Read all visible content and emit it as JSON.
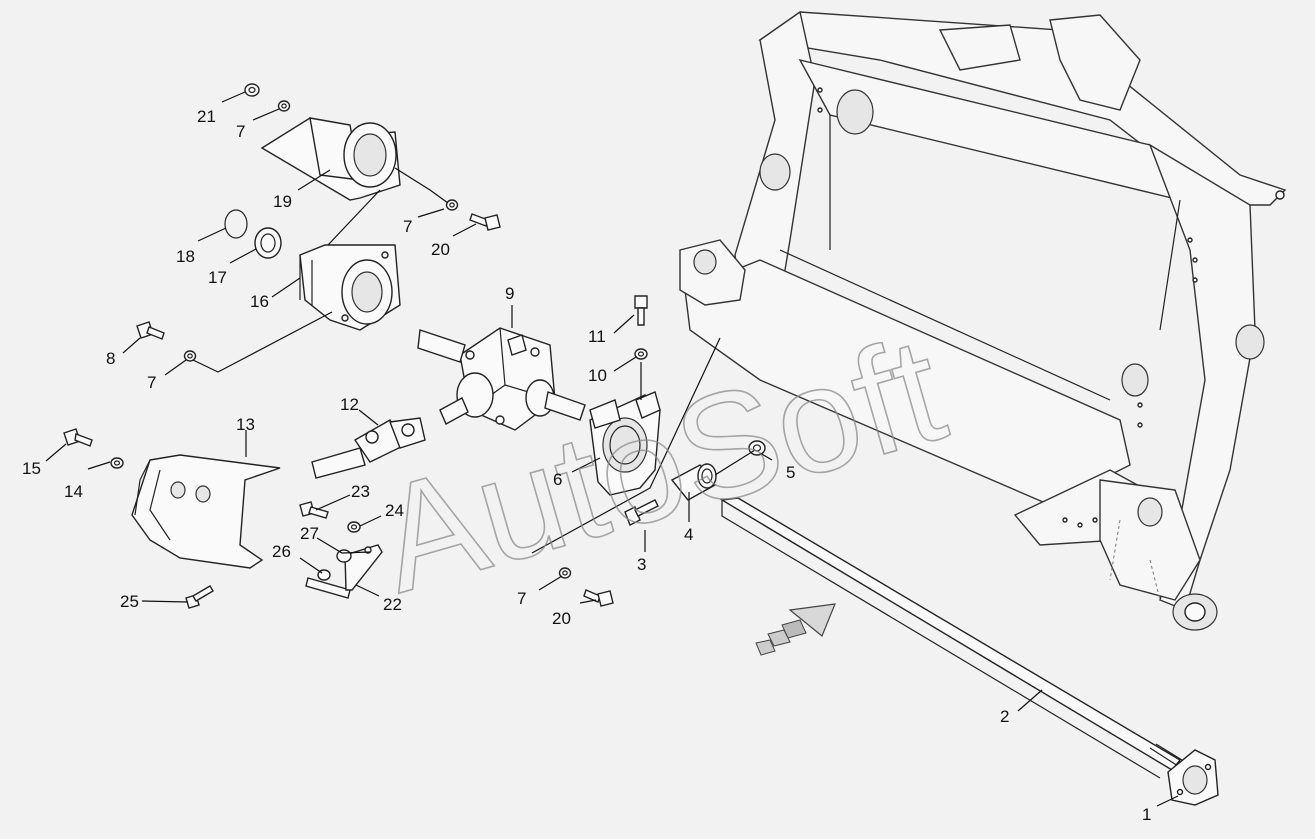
{
  "watermark": "AutoSoft",
  "callouts": [
    "1",
    "2",
    "3",
    "4",
    "5",
    "6",
    "7",
    "7",
    "7",
    "7",
    "8",
    "9",
    "10",
    "11",
    "12",
    "13",
    "14",
    "15",
    "16",
    "17",
    "18",
    "19",
    "20",
    "20",
    "21",
    "22",
    "23",
    "24",
    "25",
    "26",
    "27"
  ]
}
